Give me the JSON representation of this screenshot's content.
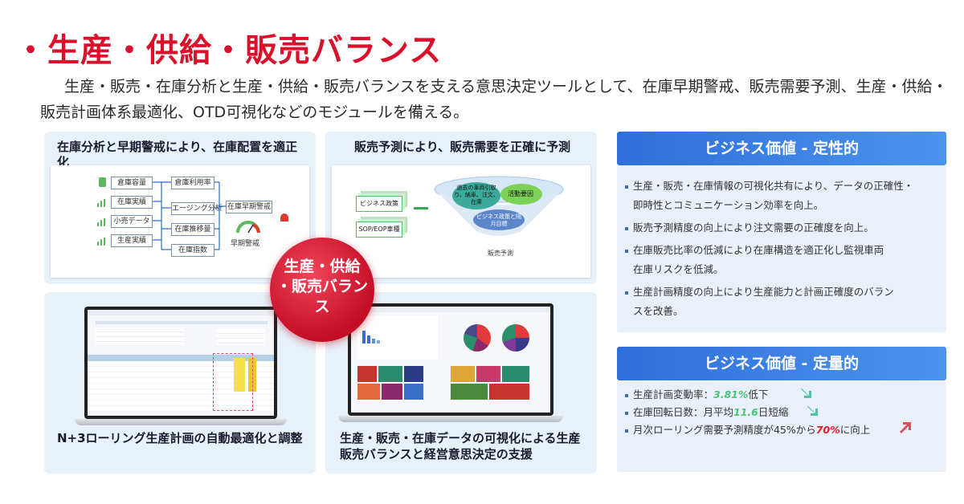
{
  "title": "・生産・供給・販売バランス",
  "intro": "生産・販売・在庫分析と生産・供給・販売バランスを支える意思決定ツールとして、在庫早期警戒、販売需要予測、生産・供給・販売計画体系最適化、OTD可視化などのモジュールを備える。",
  "cards": {
    "top_left": {
      "title": "在庫分析と早期警戒により、在庫配置を適正化",
      "flow": {
        "inputs": [
          "倉庫容量",
          "在庫実績",
          "小売データ",
          "生産実績"
        ],
        "middle": [
          "倉庫利用率",
          "エージング分析",
          "在庫推移量",
          "在庫指数"
        ],
        "output": "在庫早期警戒",
        "gauge_label": "早期警戒"
      }
    },
    "top_middle": {
      "title": "販売予測により、販売需要を正確に予測",
      "stack_labels": [
        "ビジネス政策",
        "SOP/EOP車種"
      ],
      "funnel_labels": [
        "過去の車両引取り、納車、注文、在庫",
        "活動要因",
        "ビジネス政策と隔月目標"
      ],
      "funnel_output": "販売予測"
    },
    "bottom_left": {
      "title": "N+3ローリング生産計画の自動最適化と調整"
    },
    "bottom_middle": {
      "title": "生産・販売・在庫データの可視化による生産販売バランスと経営意思決定の支援"
    }
  },
  "center_circle": {
    "line1": "生産・供給",
    "line2": "・販売バラン",
    "line3": "ス"
  },
  "qualitative": {
    "header": "ビジネス価値 - 定性的",
    "items": [
      "生産・販売・在庫情報の可視化共有により、データの正確性・",
      "即時性とコミュニケーション効率を向上。",
      "販売予測精度の向上により注文需要の正確度を向上。",
      "在庫販売比率の低減により在庫構造を適正化し監視車両",
      "在庫リスクを低減。",
      "生産計画精度の向上により生産能力と計画正確度のバラン",
      "スを改善。"
    ]
  },
  "quantitative": {
    "header": "ビジネス価値 - 定量的",
    "item1_prefix": "生産計画変動率：",
    "item1_value": "3.81%",
    "item1_suffix": "低下",
    "item2_prefix": "在庫回転日数：月平均",
    "item2_value": "11.6",
    "item2_suffix": "日短縮",
    "item3_prefix": "月次ローリング需要予測精度が45%から",
    "item3_value": "70%",
    "item3_suffix": "に向上"
  },
  "colors": {
    "title_red": "#d9112b",
    "header_blue": "#2f6fd8",
    "green": "#49c47a",
    "red": "#e0182e"
  }
}
